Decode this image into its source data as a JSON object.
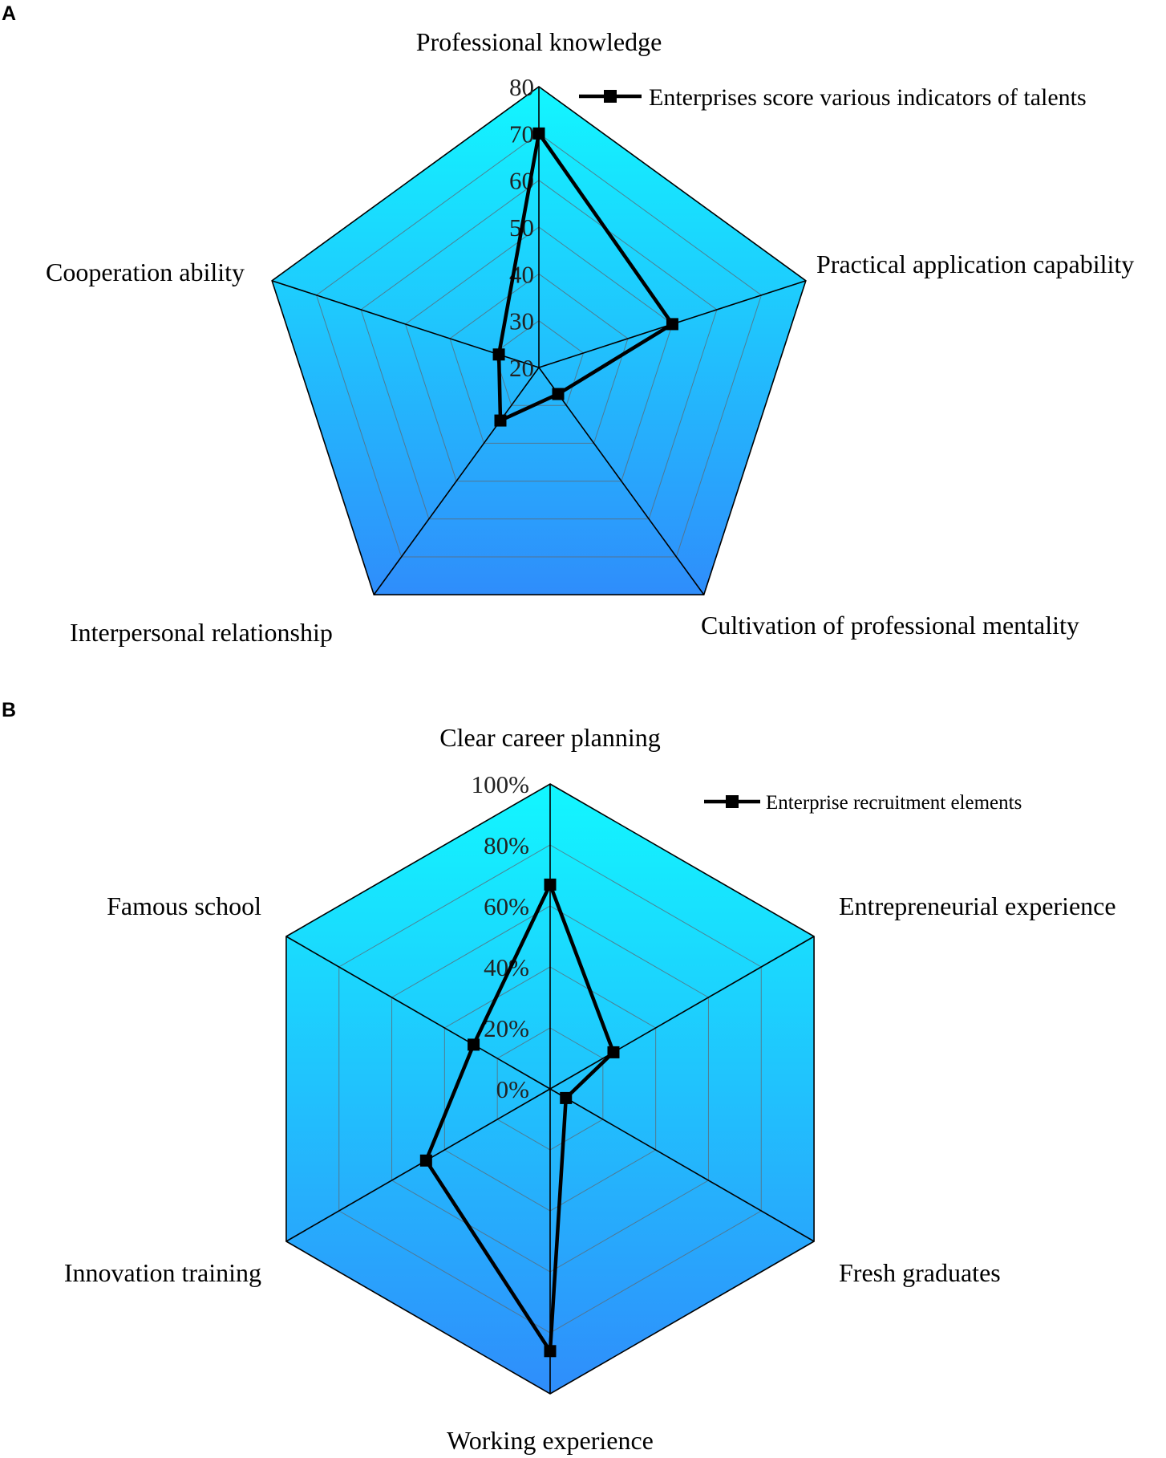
{
  "chart_data": [
    {
      "panel": "A",
      "type": "radar",
      "axes": [
        "Professional knowledge",
        "Practical application capability",
        "Cultivation of professional mentality",
        "Interpersonal relationship",
        "Cooperation ability"
      ],
      "rlim": [
        20,
        80
      ],
      "ticks": [
        "20",
        "30",
        "40",
        "50",
        "60",
        "70",
        "80"
      ],
      "grid": true,
      "legend_position": "top-right",
      "series": [
        {
          "name": "Enterprises score various indicators of talents",
          "values": [
            70,
            50,
            27,
            34,
            29
          ]
        }
      ],
      "colors": {
        "fill_top": "#12f7ff",
        "fill_bottom": "#2f8dfb",
        "line": "#000000"
      }
    },
    {
      "panel": "B",
      "type": "radar",
      "axes": [
        "Clear career planning",
        "Entrepreneurial experience",
        "Fresh graduates",
        "Working experience",
        "Innovation training",
        "Famous school"
      ],
      "rlim": [
        0,
        100
      ],
      "ticks": [
        "0%",
        "20%",
        "40%",
        "60%",
        "80%",
        "100%"
      ],
      "grid": true,
      "legend_position": "top-right",
      "series": [
        {
          "name": "Enterprise recruitment elements",
          "values": [
            67,
            24,
            6,
            86,
            47,
            29
          ]
        }
      ],
      "colors": {
        "fill_top": "#12f7ff",
        "fill_bottom": "#2f8dfb",
        "line": "#000000"
      }
    }
  ]
}
